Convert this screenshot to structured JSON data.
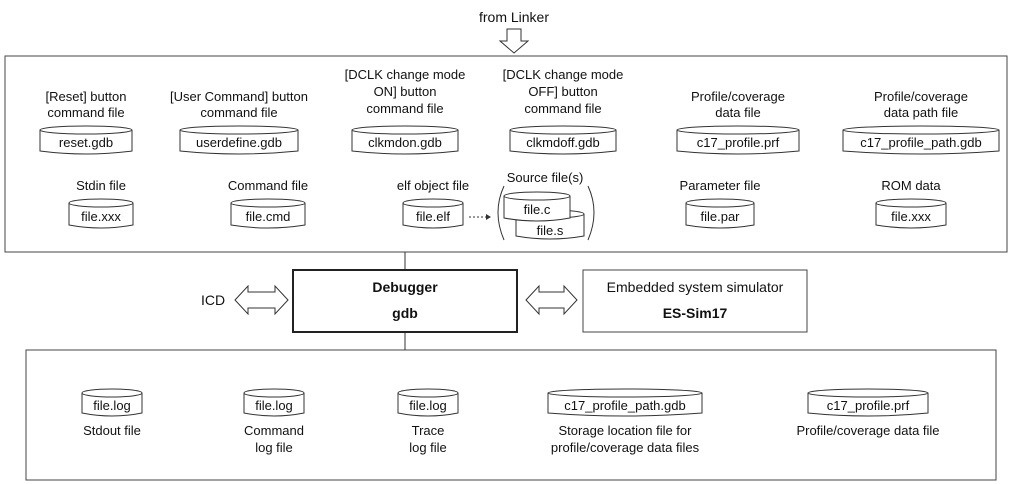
{
  "from_linker": "from Linker",
  "top_files": [
    {
      "caption": [
        "[Reset] button",
        "command file"
      ],
      "file": "reset.gdb"
    },
    {
      "caption": [
        "[User Command] button",
        "command file"
      ],
      "file": "userdefine.gdb"
    },
    {
      "caption": [
        "[DCLK change mode",
        "ON] button",
        "command file"
      ],
      "file": "clkmdon.gdb"
    },
    {
      "caption": [
        "[DCLK change mode",
        "OFF] button",
        "command file"
      ],
      "file": "clkmdoff.gdb"
    },
    {
      "caption": [
        "Profile/coverage",
        "data file"
      ],
      "file": "c17_profile.prf"
    },
    {
      "caption": [
        "Profile/coverage",
        "data path file"
      ],
      "file": "c17_profile_path.gdb"
    }
  ],
  "mid_files": [
    {
      "caption": "Stdin file",
      "file": "file.xxx"
    },
    {
      "caption": "Command file",
      "file": "file.cmd"
    },
    {
      "caption": "elf object file",
      "file": "file.elf"
    },
    {
      "caption": "Parameter file",
      "file": "file.par"
    },
    {
      "caption": "ROM data",
      "file": "file.xxx"
    }
  ],
  "source": {
    "caption": "Source file(s)",
    "files": [
      "file.c",
      "file.s"
    ]
  },
  "debugger": {
    "line1": "Debugger",
    "line2": "gdb"
  },
  "icd": "ICD",
  "simulator": {
    "line1": "Embedded system simulator",
    "line2": "ES-Sim17"
  },
  "bottom_files": [
    {
      "file": "file.log",
      "caption": [
        "Stdout file"
      ]
    },
    {
      "file": "file.log",
      "caption": [
        "Command",
        "log file"
      ]
    },
    {
      "file": "file.log",
      "caption": [
        "Trace",
        "log file"
      ]
    },
    {
      "file": "c17_profile_path.gdb",
      "caption": [
        "Storage location file for",
        "profile/coverage data files"
      ]
    },
    {
      "file": "c17_profile.prf",
      "caption": [
        "Profile/coverage data file"
      ]
    }
  ]
}
